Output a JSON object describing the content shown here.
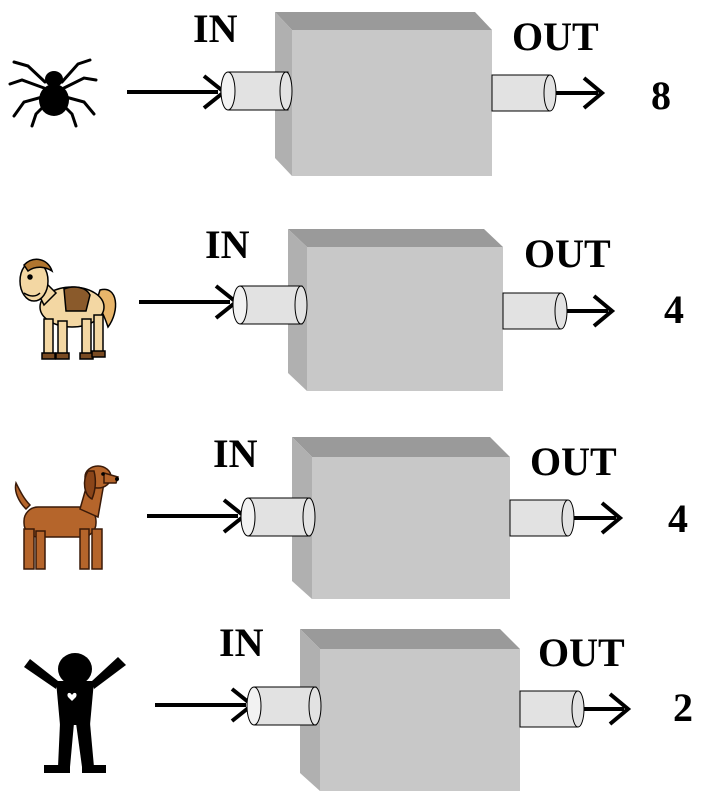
{
  "machines": [
    {
      "creature": "spider-icon",
      "in_label": "IN",
      "out_label": "OUT",
      "output": "8"
    },
    {
      "creature": "horse-icon",
      "in_label": "IN",
      "out_label": "OUT",
      "output": "4"
    },
    {
      "creature": "dachshund-icon",
      "in_label": "IN",
      "out_label": "OUT",
      "output": "4"
    },
    {
      "creature": "person-icon",
      "in_label": "IN",
      "out_label": "OUT",
      "output": "2"
    }
  ],
  "colors": {
    "box_front": "#c8c8c8",
    "box_top": "#9a9a9a",
    "box_side": "#b0b0b0",
    "pipe": "#e2e2e2",
    "horse_body": "#f3d7a3",
    "dog_body": "#b5652b",
    "ink": "#000000"
  }
}
